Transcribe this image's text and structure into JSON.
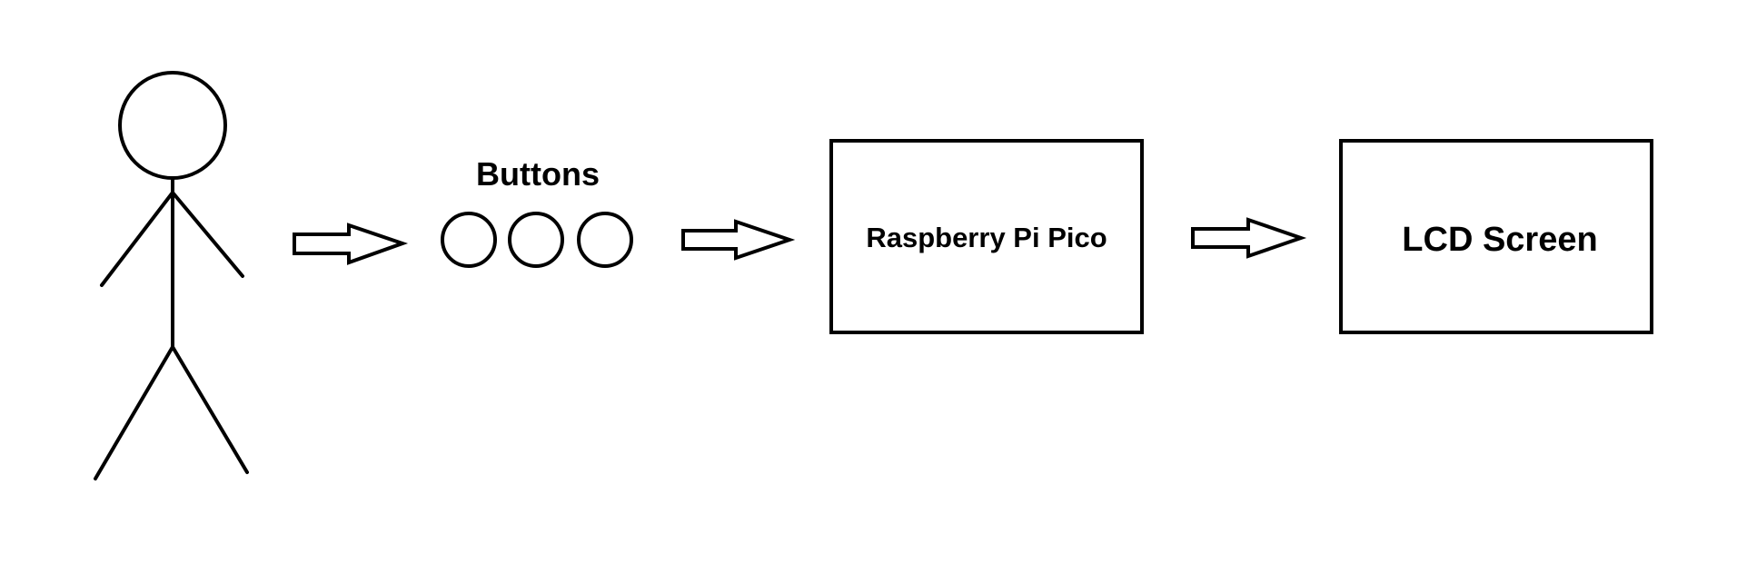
{
  "diagram": {
    "buttons_label": "Buttons",
    "pico_label": "Raspberry Pi Pico",
    "lcd_label": "LCD Screen",
    "stroke_color": "#000000",
    "background_color": "#ffffff"
  }
}
